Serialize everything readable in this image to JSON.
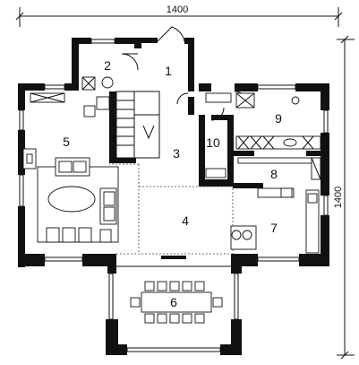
{
  "dimensions": {
    "width_label": "1400",
    "height_label": "1400"
  },
  "rooms": [
    {
      "id": "1",
      "label": "1"
    },
    {
      "id": "2",
      "label": "2"
    },
    {
      "id": "3",
      "label": "3"
    },
    {
      "id": "4",
      "label": "4"
    },
    {
      "id": "5",
      "label": "5"
    },
    {
      "id": "6",
      "label": "6"
    },
    {
      "id": "7",
      "label": "7"
    },
    {
      "id": "8",
      "label": "8"
    },
    {
      "id": "9",
      "label": "9"
    },
    {
      "id": "10",
      "label": "10"
    }
  ]
}
